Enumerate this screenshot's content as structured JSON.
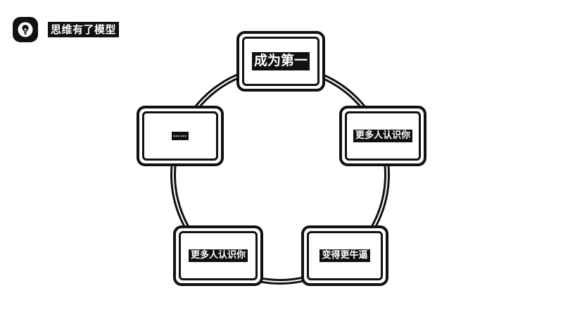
{
  "header": {
    "brand_icon": "lightbulb-icon",
    "title": "思维有了模型"
  },
  "diagram": {
    "type": "cycle",
    "nodes": [
      {
        "id": "top",
        "label": "成为第一"
      },
      {
        "id": "right",
        "label": "更多人认识你"
      },
      {
        "id": "bottom-right",
        "label": "变得更牛逼"
      },
      {
        "id": "bottom-left",
        "label": "更多人认识你"
      },
      {
        "id": "left",
        "label": "……"
      }
    ]
  }
}
